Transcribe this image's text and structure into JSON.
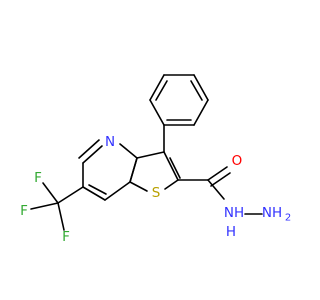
{
  "molecule": {
    "atoms": {
      "ring_n": "N",
      "carbonyl_o": "O",
      "ring_s": "S",
      "hydrazide_nh": "NH",
      "hydrazide_nh_h": "H",
      "hydrazide_nh2": "NH",
      "hydrazide_nh2_sub": "2",
      "f_top": "F",
      "f_left": "F",
      "f_bottom": "F"
    },
    "colors": {
      "nitrogen": "#3333ff",
      "oxygen": "#ff0000",
      "sulfur": "#b8a000",
      "fluorine": "#33aa33",
      "bond": "#000000"
    }
  }
}
